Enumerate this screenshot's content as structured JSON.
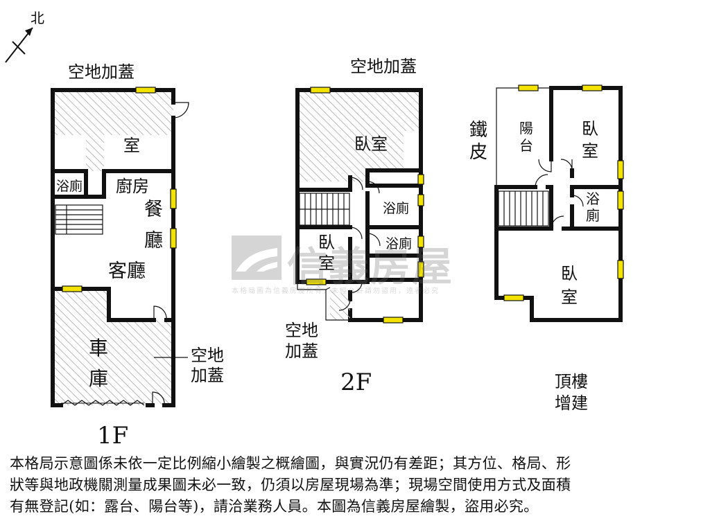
{
  "compass": {
    "label": "北"
  },
  "floor1": {
    "caption": "1F",
    "labels": {
      "top_extension": "空地加蓋",
      "room": "室",
      "bath": "浴廁",
      "kitchen": "廚房",
      "dining_1": "餐",
      "dining_2": "廳",
      "living": "客廳",
      "garage_1": "車",
      "garage_2": "庫",
      "side_ext_1": "空地",
      "side_ext_2": "加蓋"
    }
  },
  "floor2": {
    "caption": "2F",
    "labels": {
      "top_extension": "空地加蓋",
      "bedroom": "臥室",
      "bath_upper": "浴廁",
      "bath_lower": "浴廁",
      "bedroom_sm_1": "臥",
      "bedroom_sm_2": "室",
      "ext_1": "空地",
      "ext_2": "加蓋"
    }
  },
  "roof": {
    "caption_1": "頂樓",
    "caption_2": "增建",
    "labels": {
      "iron_1": "鐵",
      "iron_2": "皮",
      "balcony_1": "陽",
      "balcony_2": "台",
      "bedroom_a_1": "臥",
      "bedroom_a_2": "室",
      "bath_1": "浴",
      "bath_2": "廁",
      "bedroom_b_1": "臥",
      "bedroom_b_2": "室"
    }
  },
  "watermark": {
    "brand": "信義房屋",
    "sub": "本格局圖為信義房屋所有，未經允許請勿盜用，違者必究"
  },
  "disclaimer": {
    "line1": "本格局示意圖係未依一定比例縮小繪製之概繪圖，與實況仍有差距；其方位、格局、形",
    "line2": "狀等與地政機關測量成果圖未必一致，仍須以房屋現場為準；現場空間使用方式及面積",
    "line3": "有無登記(如：露台、陽台等)，請洽業務人員。本圖為信義房屋繪製，盜用必究。"
  },
  "colors": {
    "wall": "#111111",
    "window": "#f2e400",
    "hatch": "#b8b8b8",
    "watermark": "#6b6b6b"
  }
}
